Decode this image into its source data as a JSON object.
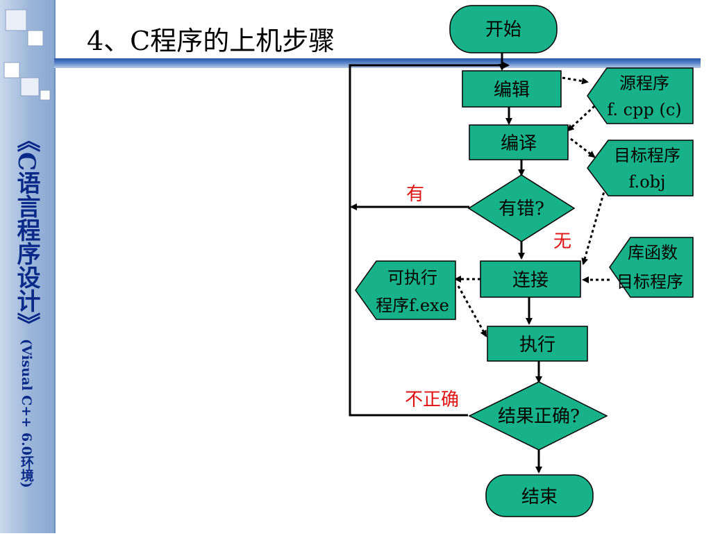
{
  "slide": {
    "title": "4、C程序的上机步骤",
    "sidebar_title": "《C语言程序设计》",
    "sidebar_subtitle": "(Visual C++ 6.0环境)"
  },
  "flowchart": {
    "start": "开始",
    "edit": "编辑",
    "compile": "编译",
    "has_error": "有错?",
    "link": "连接",
    "execute": "执行",
    "result_correct": "结果正确?",
    "end": "结束",
    "source_file_line1": "源程序",
    "source_file_line2": "f. cpp (c)",
    "object_file_line1": "目标程序",
    "object_file_line2": "f.obj",
    "library_line1": "库函数",
    "library_line2": "目标程序",
    "executable_line1": "可执行",
    "executable_line2": "程序f.exe",
    "label_yes": "有",
    "label_no": "无",
    "label_incorrect": "不正确"
  },
  "colors": {
    "node_fill": "#17b28a",
    "node_stroke": "#000000",
    "label_red": "#e01010",
    "sidebar_text": "#0a2a8a",
    "title_bar": "#3a66b4"
  }
}
